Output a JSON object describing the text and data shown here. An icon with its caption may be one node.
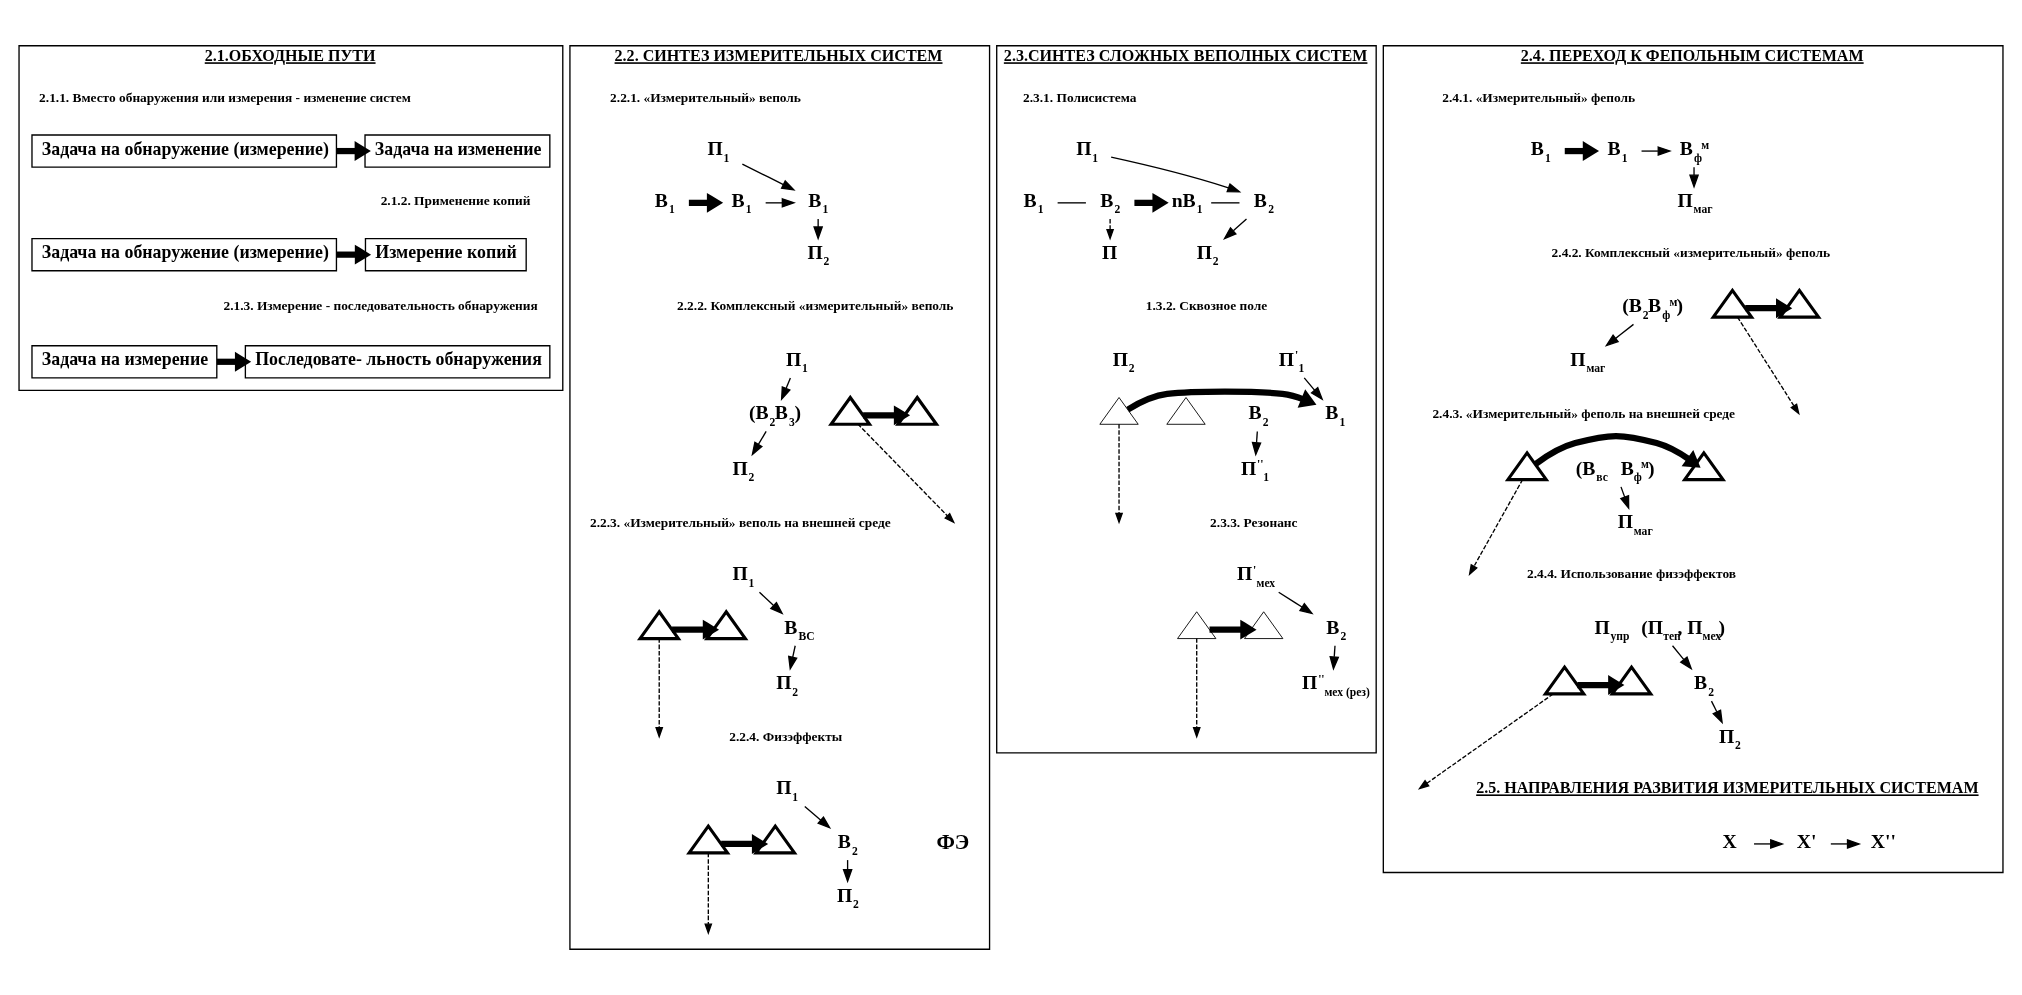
{
  "diagram": {
    "nodes": [
      {
        "text": [
          "2.1.ОБХОДНЫЕ ПУТИ"
        ]
      },
      {
        "text": [
          "Задача на обнаружение (измерение)"
        ],
        "in": 0
      },
      {
        "text": [
          "Задача на изменение"
        ],
        "in": 0
      },
      {
        "text": [
          "Задача на обнаружение (измерение)"
        ],
        "in": 0
      },
      {
        "text": [
          "Измерение копий"
        ],
        "in": 0
      },
      {
        "text": [
          "Задача на измерение"
        ],
        "in": 0
      },
      {
        "text": [
          "Последовате- льность обнаружения"
        ],
        "in": 0
      },
      {
        "text": [
          "2.2. СИНТЕЗ ИЗМЕРИТЕЛЬНЫХ СИСТЕМ"
        ]
      },
      {
        "text": [
          "П$_{1}$"
        ],
        "in": 7
      },
      {
        "text": [
          "В$_{1}$"
        ],
        "in": 7
      },
      {
        "text": [
          "В$_{1}$"
        ],
        "in": 7
      },
      {
        "text": [
          "В$_{1}$"
        ],
        "in": 7
      },
      {
        "text": [
          "П$_{2}$"
        ],
        "in": 7
      },
      {
        "text": [
          "П$_{1}$"
        ],
        "in": 7
      },
      {
        "text": [],
        "shape": "triangle",
        "in": 7
      },
      {
        "text": [],
        "shape": "triangle",
        "in": 7
      },
      {
        "text": [
          "(В$_{2}$В$_{3}$)"
        ],
        "in": 7
      },
      {
        "text": [
          "П$_{2}$"
        ],
        "in": 7
      },
      {
        "text": [
          "П$_{1}$"
        ],
        "in": 7
      },
      {
        "text": [],
        "shape": "triangle",
        "in": 7
      },
      {
        "text": [],
        "shape": "triangle",
        "in": 7
      },
      {
        "text": [
          "В$_{ВС}$"
        ],
        "in": 7
      },
      {
        "text": [
          "П$_{2}$"
        ],
        "in": 7
      },
      {
        "text": [
          "П$_{1}$"
        ],
        "in": 7
      },
      {
        "text": [],
        "shape": "triangle",
        "in": 7
      },
      {
        "text": [],
        "shape": "triangle",
        "in": 7
      },
      {
        "text": [
          "В$_{2}$"
        ],
        "in": 7
      },
      {
        "text": [
          "П$_{2}$"
        ],
        "in": 7
      },
      {
        "text": [
          "2.3.СИНТЕЗ СЛОЖНЫХ ВЕПОЛНЫХ СИСТЕМ"
        ]
      },
      {
        "text": [
          "П$_{1}$"
        ],
        "in": 28
      },
      {
        "text": [
          "В$_{1}$"
        ],
        "in": 28
      },
      {
        "text": [
          "В$_{2}$"
        ],
        "in": 28
      },
      {
        "text": [
          "nВ$_{1}$"
        ],
        "in": 28
      },
      {
        "text": [
          "В$_{2}$"
        ],
        "in": 28
      },
      {
        "text": [
          "П"
        ],
        "in": 28
      },
      {
        "text": [
          "П$_{2}$"
        ],
        "in": 28
      },
      {
        "text": [
          "П$^{'}$$_{1}$"
        ],
        "in": 28
      },
      {
        "text": [
          "П$_{2}$"
        ],
        "in": 28
      },
      {
        "text": [],
        "shape": "triangle",
        "in": 28
      },
      {
        "text": [
          "В$_{1}$"
        ],
        "in": 28
      },
      {
        "text": [],
        "shape": "triangle",
        "in": 28
      },
      {
        "text": [
          "В$_{2}$"
        ],
        "in": 28
      },
      {
        "text": [
          "П$^{''}$$_{1}$"
        ],
        "in": 28
      },
      {
        "text": [
          "П$^{'}$$_{мех}$"
        ],
        "in": 28
      },
      {
        "text": [],
        "shape": "triangle",
        "in": 28
      },
      {
        "text": [],
        "shape": "triangle",
        "in": 28
      },
      {
        "text": [
          "В$_{2}$"
        ],
        "in": 28
      },
      {
        "text": [
          "П$^{''}$$_{мех (рез)}$"
        ],
        "in": 28
      },
      {
        "text": [
          "2.4. ПЕРЕХОД К ФЕПОЛЬНЫМ СИСТЕМАМ"
        ]
      },
      {
        "text": [
          "В$_{1}$"
        ],
        "in": 48
      },
      {
        "text": [
          "В$_{1}$"
        ],
        "in": 48
      },
      {
        "text": [
          "В$_{ф}$$^{м}$"
        ],
        "in": 48
      },
      {
        "text": [
          "П$_{маг}$"
        ],
        "in": 48
      },
      {
        "text": [],
        "shape": "triangle",
        "in": 48
      },
      {
        "text": [],
        "shape": "triangle",
        "in": 48
      },
      {
        "text": [
          "(В$_{2}$В$_{ф}$$^{м}$)"
        ],
        "in": 48
      },
      {
        "text": [
          "П$_{маг}$"
        ],
        "in": 48
      },
      {
        "text": [],
        "shape": "triangle",
        "in": 48
      },
      {
        "text": [],
        "shape": "triangle",
        "in": 48
      },
      {
        "text": [
          "(В$_{вс}$ В$_{ф}$$^{м}$)"
        ],
        "in": 48
      },
      {
        "text": [
          "П$_{маг}$"
        ],
        "in": 48
      },
      {
        "text": [
          "П$_{упр}$ (П$_{теп}$, П$_{мех}$)"
        ],
        "in": 48
      },
      {
        "text": [],
        "shape": "triangle",
        "in": 48
      },
      {
        "text": [],
        "shape": "triangle",
        "in": 48
      },
      {
        "text": [
          "В$_{2}$"
        ],
        "in": 48
      },
      {
        "text": [
          "П$_{2}$"
        ],
        "in": 48
      },
      {
        "text": [
          "Х"
        ],
        "in": 48
      },
      {
        "text": [
          "Х'"
        ],
        "in": 48
      },
      {
        "text": [
          "Х''"
        ],
        "in": 48
      }
    ],
    "edges": [
      {
        "from": 1,
        "to": 2,
        "arrow": "to",
        "style": "thick"
      },
      {
        "from": 3,
        "to": 4,
        "arrow": "to",
        "style": "thick"
      },
      {
        "from": 5,
        "to": 6,
        "arrow": "to",
        "style": "thick"
      },
      {
        "from": 9,
        "to": 10,
        "arrow": "to",
        "style": "thick"
      },
      {
        "from": 10,
        "to": 11,
        "arrow": "to"
      },
      {
        "from": 8,
        "to": 11,
        "arrow": "to"
      },
      {
        "from": 11,
        "to": 12,
        "arrow": "to"
      },
      {
        "from": 14,
        "to": 15,
        "arrow": "to",
        "style": "thick"
      },
      {
        "from": 13,
        "to": 16,
        "arrow": "to"
      },
      {
        "from": 16,
        "to": 17,
        "arrow": "to"
      },
      {
        "from": 14,
        "to": null,
        "arrow": "to",
        "style": "dashed"
      },
      {
        "from": 19,
        "to": 20,
        "arrow": "to",
        "style": "thick"
      },
      {
        "from": 18,
        "to": 21,
        "arrow": "to"
      },
      {
        "from": 21,
        "to": 22,
        "arrow": "to"
      },
      {
        "from": 19,
        "to": null,
        "arrow": "to",
        "style": "dashed"
      },
      {
        "from": 24,
        "to": 25,
        "arrow": "to",
        "style": "thick"
      },
      {
        "from": 23,
        "to": 26,
        "arrow": "to"
      },
      {
        "from": 26,
        "to": 27,
        "arrow": "to"
      },
      {
        "from": 24,
        "to": null,
        "arrow": "to",
        "style": "dashed"
      },
      {
        "from": 30,
        "to": 31,
        "arrow": "none"
      },
      {
        "from": 31,
        "to": 32,
        "arrow": "to",
        "style": "thick"
      },
      {
        "from": 32,
        "to": 33,
        "arrow": "none"
      },
      {
        "from": 29,
        "to": 33,
        "arrow": "to"
      },
      {
        "from": 33,
        "to": 35,
        "arrow": "to"
      },
      {
        "from": 31,
        "to": 34,
        "arrow": "to",
        "style": "dashed"
      },
      {
        "from": 38,
        "to": 39,
        "arrow": "to",
        "style": "thick"
      },
      {
        "from": 36,
        "to": 39,
        "arrow": "to"
      },
      {
        "from": 41,
        "to": 42,
        "arrow": "to"
      },
      {
        "from": 38,
        "to": null,
        "arrow": "to",
        "style": "dashed"
      },
      {
        "from": 44,
        "to": 45,
        "arrow": "to",
        "style": "thick"
      },
      {
        "from": 43,
        "to": 46,
        "arrow": "to"
      },
      {
        "from": 46,
        "to": 47,
        "arrow": "to"
      },
      {
        "from": 44,
        "to": null,
        "arrow": "to",
        "style": "dashed"
      },
      {
        "from": 49,
        "to": 50,
        "arrow": "to",
        "style": "thick"
      },
      {
        "from": 50,
        "to": 51,
        "arrow": "to"
      },
      {
        "from": 51,
        "to": 52,
        "arrow": "to"
      },
      {
        "from": 53,
        "to": 54,
        "arrow": "to",
        "style": "thick"
      },
      {
        "from": 55,
        "to": 56,
        "arrow": "to"
      },
      {
        "from": 53,
        "to": null,
        "arrow": "to",
        "style": "dashed"
      },
      {
        "from": 57,
        "to": 58,
        "arrow": "to",
        "style": "thick"
      },
      {
        "from": 59,
        "to": 60,
        "arrow": "to"
      },
      {
        "from": 57,
        "to": null,
        "arrow": "to",
        "style": "dashed"
      },
      {
        "from": 62,
        "to": 63,
        "arrow": "to",
        "style": "thick"
      },
      {
        "from": 61,
        "to": 64,
        "arrow": "to"
      },
      {
        "from": 64,
        "to": 65,
        "arrow": "to"
      },
      {
        "from": 62,
        "to": null,
        "arrow": "to",
        "style": "dashed"
      },
      {
        "from": 66,
        "to": 67,
        "arrow": "to"
      },
      {
        "from": 67,
        "to": 68,
        "arrow": "to"
      }
    ],
    "labels": [
      "2.1.1. Вместо обнаружения или измерения - изменение систем",
      "2.1.2. Применение копий",
      "2.1.3. Измерение - последовательность обнаружения",
      "2.2.1. «Измерительный» веполь",
      "2.2.2. Комплексный «измерительный» веполь",
      "2.2.3. «Измерительный» веполь на внешней среде",
      "2.2.4. Физэффекты",
      "ФЭ",
      "2.3.1. Полисистема",
      "1.3.2. Сквозное поле",
      "2.3.3. Резонанс",
      "2.4.1. «Измерительный» феполь",
      "2.4.2. Комплексный «измерительный» феполь",
      "2.4.3. «Измерительный» феполь на внешней среде",
      "2.4.4. Использование физэффектов",
      "2.5. НАПРАВЛЕНИЯ РАЗВИТИЯ ИЗМЕРИТЕЛЬНЫХ СИСТЕМАМ"
    ]
  }
}
